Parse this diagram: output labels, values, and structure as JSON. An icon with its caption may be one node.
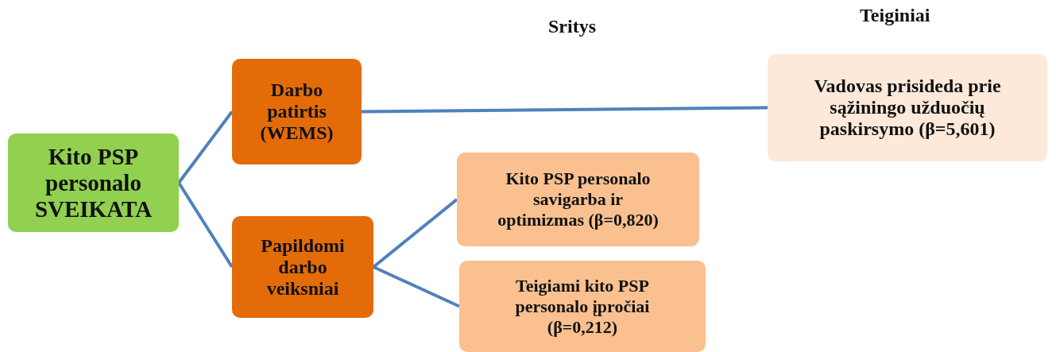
{
  "diagram": {
    "nodes": [
      {
        "text": [
          "Kito PSP personalo SVEIKATA"
        ]
      },
      {
        "text": [
          "Darbo patirtis (WEMS)"
        ]
      },
      {
        "text": [
          "Papildomi darbo veiksniai"
        ]
      },
      {
        "text": [
          "Vadovas prisideda prie sąžiningo užduočių paskirsymo (β=5,601)"
        ]
      },
      {
        "text": [
          "Kito PSP personalo savigarba ir optimizmas (β=0,820)"
        ]
      },
      {
        "text": [
          "Teigiami kito PSP personalo įpročiai (β=0,212)"
        ]
      }
    ],
    "edges": [
      {
        "from": 0,
        "to": 1,
        "arrow": "none"
      },
      {
        "from": 0,
        "to": 2,
        "arrow": "none"
      },
      {
        "from": 1,
        "to": 3,
        "arrow": "none"
      },
      {
        "from": 2,
        "to": 4,
        "arrow": "none"
      },
      {
        "from": 2,
        "to": 5,
        "arrow": "none"
      }
    ],
    "labels": [
      "Sritys",
      "Teiginiai"
    ]
  }
}
